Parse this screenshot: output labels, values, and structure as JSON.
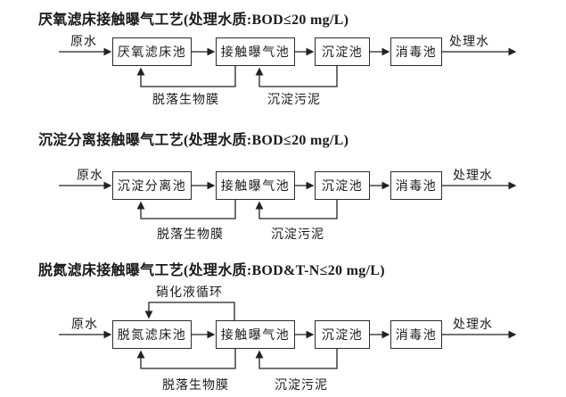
{
  "colors": {
    "line": "#222222",
    "background": "#ffffff"
  },
  "diagrams": [
    {
      "title": "厌氧滤床接触曝气工艺(处理水质:BOD≤20 mg/L)",
      "input_label": "原水",
      "output_label": "处理水",
      "nodes": [
        "厌氧滤床池",
        "接触曝气池",
        "沉淀池",
        "消毒池"
      ],
      "feedback_labels": [
        "脱落生物膜",
        "沉淀污泥"
      ]
    },
    {
      "title": "沉淀分离接触曝气工艺(处理水质:BOD≤20 mg/L)",
      "input_label": "原水",
      "output_label": "处理水",
      "nodes": [
        "沉淀分离池",
        "接触曝气池",
        "沉淀池",
        "消毒池"
      ],
      "feedback_labels": [
        "脱落生物膜",
        "沉淀污泥"
      ]
    },
    {
      "title": "脱氮滤床接触曝气工艺(处理水质:BOD&T-N≤20 mg/L)",
      "input_label": "原水",
      "output_label": "处理水",
      "recycle_label": "硝化液循环",
      "nodes": [
        "脱氮滤床池",
        "接触曝气池",
        "沉淀池",
        "消毒池"
      ],
      "feedback_labels": [
        "脱落生物膜",
        "沉淀污泥"
      ]
    }
  ]
}
